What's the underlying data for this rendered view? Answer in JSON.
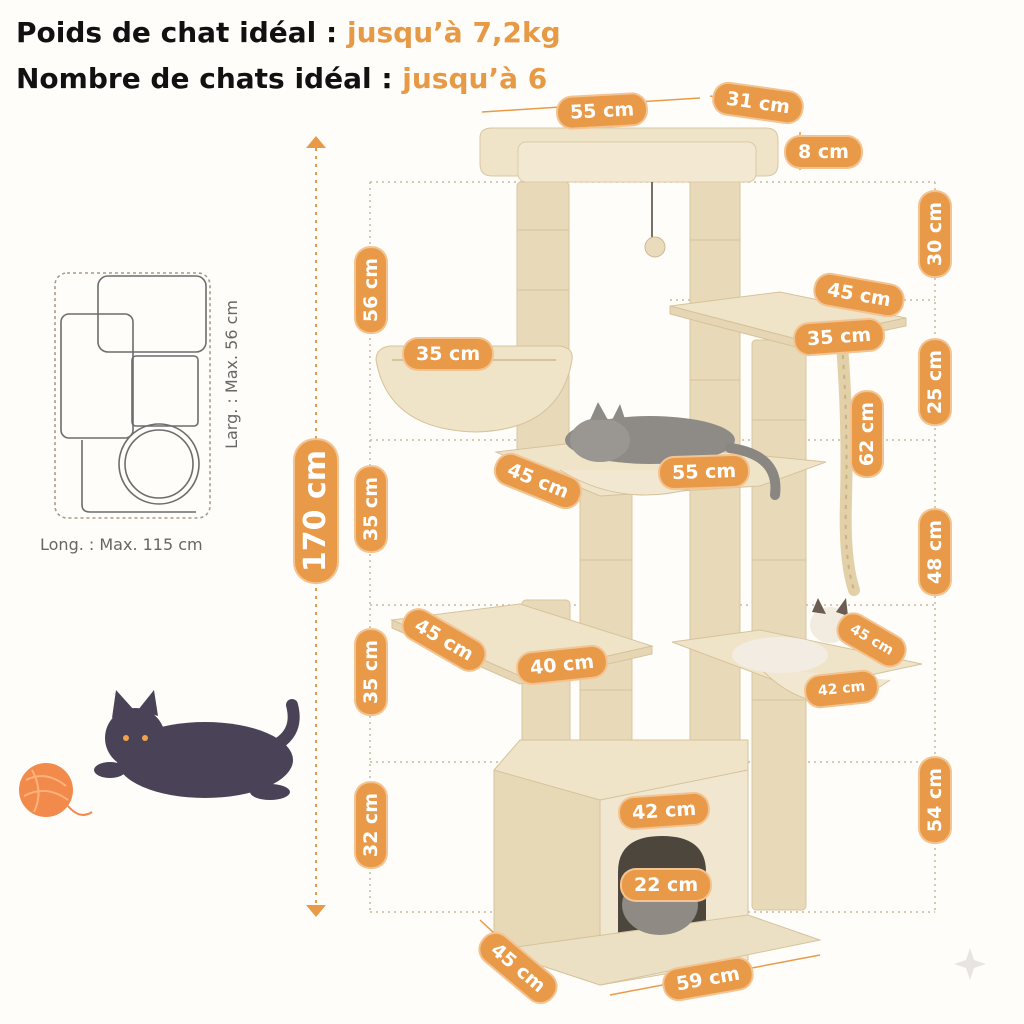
{
  "header": {
    "weight_label": "Poids de chat idéal :",
    "weight_value": "jusqu’à 7,2kg",
    "count_label": "Nombre de chats idéal :",
    "count_value": "jusqu’à 6"
  },
  "colors": {
    "accent": "#e99a48",
    "plush": "#efe3c8",
    "sisal": "#e9dcbc",
    "cat_dark": "#4a4358"
  },
  "footprint": {
    "width_label": "Larg. : Max. 56 cm",
    "length_label": "Long. : Max. 115 cm"
  },
  "dimensions": {
    "total_height": "170 cm",
    "top_width": "55 cm",
    "top_depth": "31 cm",
    "top_rim": "8 cm",
    "top_post": "30 cm",
    "left_upper": "56 cm",
    "basket_diameter": "35 cm",
    "left_mid": "35 cm",
    "left_lower": "35 cm",
    "left_base": "32 cm",
    "right_platform_depth": "45 cm",
    "right_platform_width": "35 cm",
    "right_gap": "25 cm",
    "rope_length": "62 cm",
    "hammock_depth": "45 cm",
    "hammock_width": "55 cm",
    "right_mid": "48 cm",
    "small_hammock_depth": "45 cm",
    "small_hammock_width": "42 cm",
    "low_platform_depth": "45 cm",
    "low_platform_width": "40 cm",
    "right_base": "54 cm",
    "condo_width": "42 cm",
    "door_width": "22 cm",
    "base_depth": "45 cm",
    "base_width": "59 cm"
  }
}
